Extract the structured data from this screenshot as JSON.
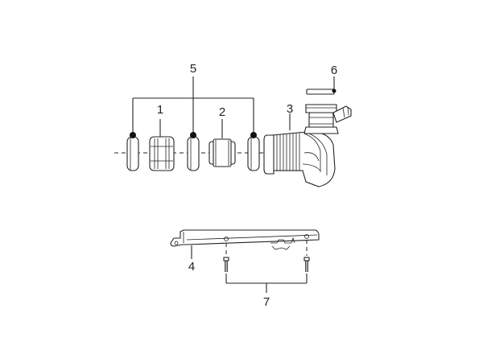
{
  "diagram": {
    "callouts": {
      "hose": "1",
      "sleeve": "2",
      "elbow": "3",
      "bracket": "4",
      "clamps": "5",
      "tube": "6",
      "screws": "7"
    }
  }
}
